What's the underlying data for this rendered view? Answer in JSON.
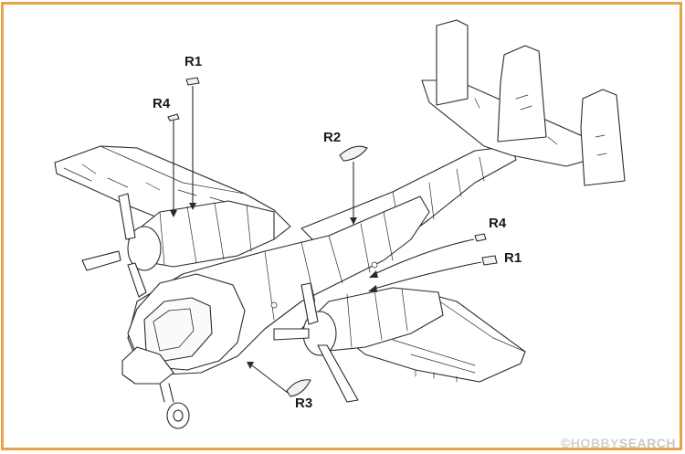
{
  "diagram": {
    "parts": [
      {
        "key": "r1_upper",
        "label": "R1"
      },
      {
        "key": "r4_upper",
        "label": "R4"
      },
      {
        "key": "r2",
        "label": "R2"
      },
      {
        "key": "r4_right",
        "label": "R4"
      },
      {
        "key": "r1_right",
        "label": "R1"
      },
      {
        "key": "r3",
        "label": "R3"
      }
    ],
    "colors": {
      "frame": "#e8a24a",
      "line": "#2a2a2a",
      "part_fill": "#f2f2f2"
    }
  },
  "watermark": {
    "prefix": "©",
    "brand": "HOBBY",
    "suffix": "SEARCH"
  }
}
